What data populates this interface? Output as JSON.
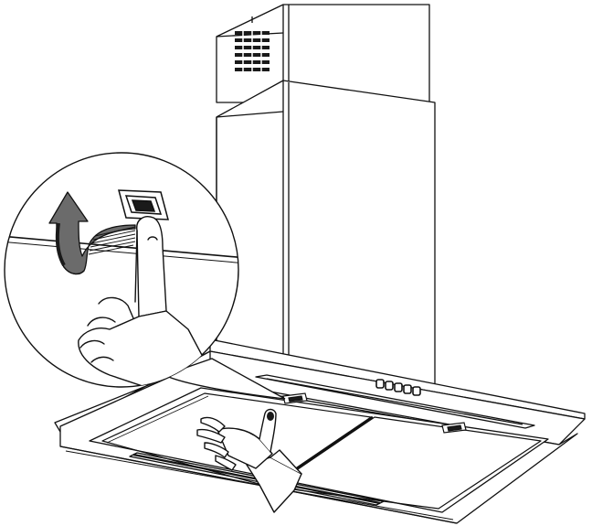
{
  "figure": {
    "background": "#ffffff",
    "line_color": "#111111",
    "dark_fill": "#1a1a1a",
    "mid_gray": "#6b6b6b",
    "light_gray": "#d9d9d9"
  },
  "parts": {
    "chimney_upper": "range-hood-upper-chimney",
    "chimney_lower": "range-hood-lower-chimney",
    "vent_grille": "vent-grille",
    "canopy": "range-hood-canopy",
    "control_panel": "control-buttons",
    "control_button_count": 5,
    "grease_filters": "grease-filters",
    "filter_clips": "filter-clips",
    "hand": "hand-pushing-filter",
    "magnifier": "detail-callout-circle",
    "detail_finger": "finger-pressing-latch",
    "detail_latch": "filter-latch",
    "detail_arrow": "lift-arrow-icon"
  }
}
